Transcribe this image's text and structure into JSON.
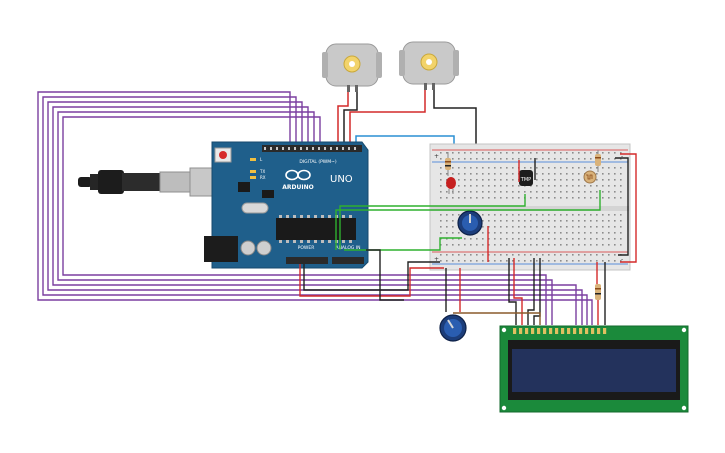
{
  "arduino": {
    "logo_text": "ARDUINO",
    "model": "UNO",
    "digital_header_label": "DIGITAL (PWM~)",
    "power_label": "POWER",
    "analog_label": "ANALOG IN",
    "led_labels": [
      "L",
      "TX",
      "RX"
    ],
    "brand_color": "#1f5f8b"
  },
  "breadboard": {
    "chip_label": "TMP",
    "rail_marks": [
      "+",
      "-",
      "+",
      "-"
    ]
  },
  "lcd": {
    "pin_count": 16,
    "screen_color": "#23325c",
    "pcb_color": "#1b8a3b"
  },
  "wire_colors": {
    "signal": "#7b3fa0",
    "ground": "#222222",
    "power": "#d42a2a",
    "blue": "#2a8fd4",
    "green": "#2fb02f",
    "brown": "#8a5a2b"
  }
}
